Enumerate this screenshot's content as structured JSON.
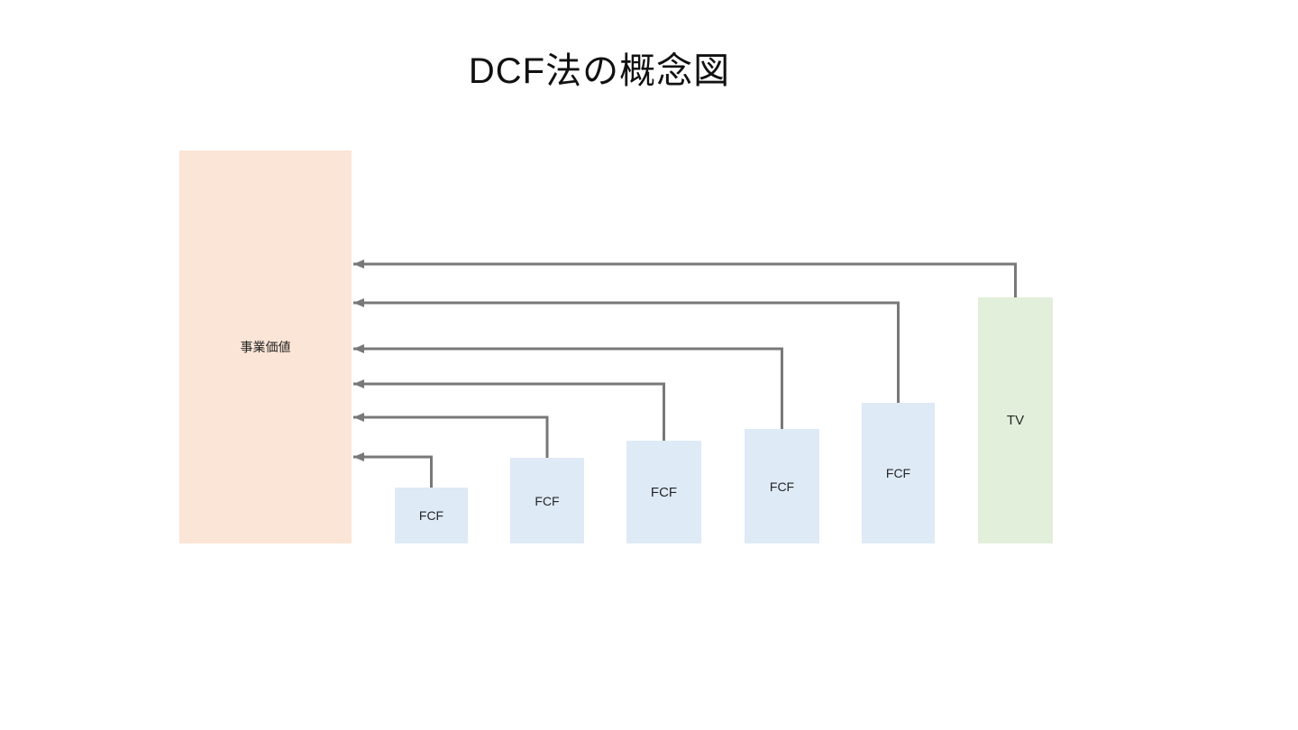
{
  "title": "DCF法の概念図",
  "colors": {
    "main_box": "#FBE5D6",
    "fcf_box": "#DEEAF6",
    "tv_box": "#E2EFDA",
    "arrow": "#787878"
  },
  "main_box": {
    "label": "事業価値"
  },
  "fcf_boxes": [
    {
      "label": "FCF"
    },
    {
      "label": "FCF"
    },
    {
      "label": "FCF"
    },
    {
      "label": "FCF"
    },
    {
      "label": "FCF"
    }
  ],
  "tv_box": {
    "label": "TV"
  }
}
